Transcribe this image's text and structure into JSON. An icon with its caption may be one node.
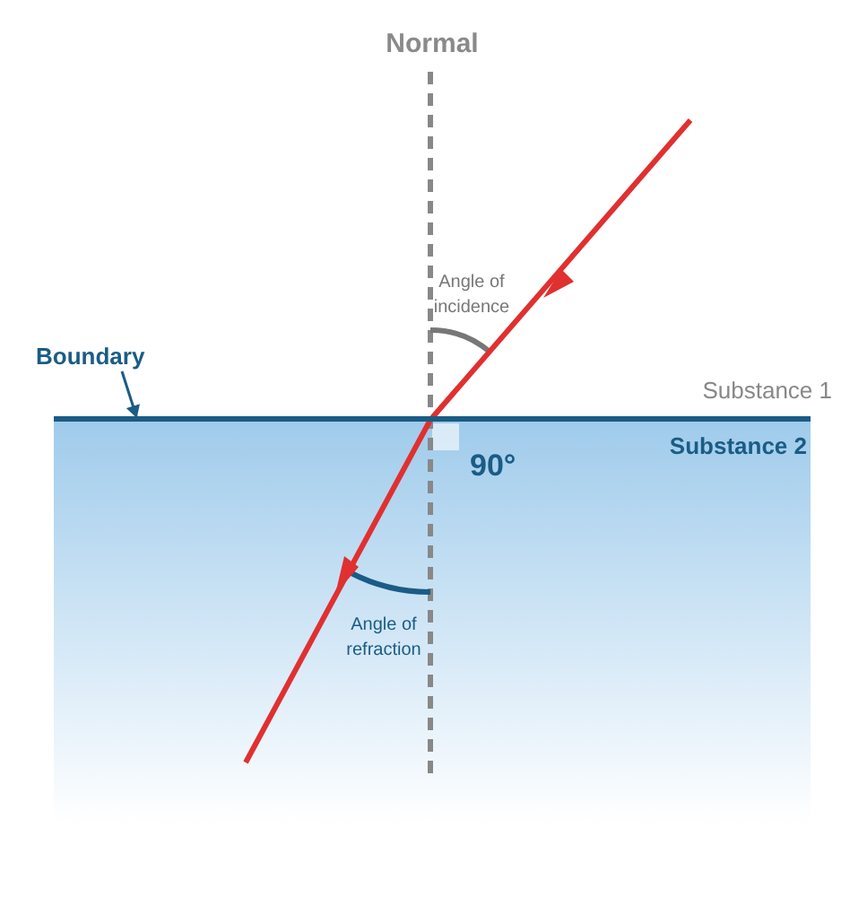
{
  "diagram": {
    "nodes": [
      {
        "text": [
          "Boundary"
        ]
      },
      {
        "text": [],
        "shape": "bar"
      }
    ],
    "edges": [
      {
        "from": 0,
        "to": 1,
        "arrow": "to"
      }
    ],
    "labels": [
      "Normal",
      "Angle of incidence",
      "Substance 1",
      "Substance 2",
      "90°",
      "Angle of refraction"
    ]
  }
}
